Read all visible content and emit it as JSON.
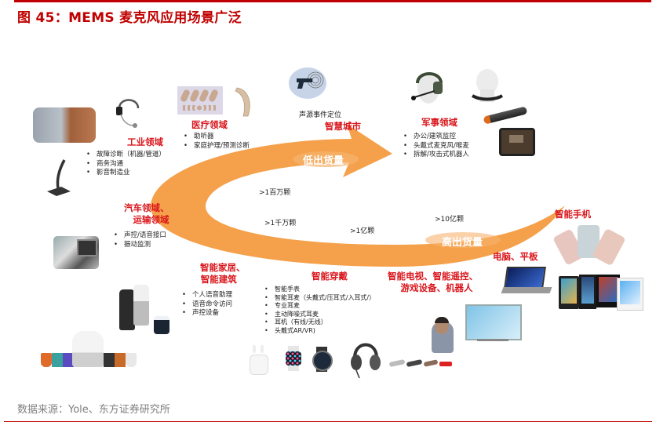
{
  "figure": {
    "title": "图 45：MEMS 麦克风应用场景广泛",
    "source": "数据来源：Yole、东方证券研究所",
    "accent_color": "#c00000",
    "arrow_color": "#f5a04a"
  },
  "arrow": {
    "low_label": "低出货量",
    "high_label": "高出货量"
  },
  "volumes": [
    {
      "label": ">1百万颗"
    },
    {
      "label": ">1千万颗"
    },
    {
      "label": ">1亿颗"
    },
    {
      "label": ">10亿颗"
    }
  ],
  "sections": {
    "industrial": {
      "title": "工业领域",
      "items": [
        "故障诊断（机器/管道）",
        "商务沟通",
        "影音制造业"
      ],
      "images": [
        "pipe-inspection-photo",
        "headset-photo",
        "gooseneck-microphone-photo"
      ]
    },
    "medical": {
      "title": "医疗领域",
      "items": [
        "助听器",
        "家庭护理/预测诊断"
      ],
      "images": [
        "hearing-aid-parts-photo",
        "hearing-aid-photo"
      ]
    },
    "smart_city": {
      "title": "智慧城市",
      "caption": "声源事件定位",
      "images": [
        "gunshot-detection-icon"
      ]
    },
    "military": {
      "title": "军事领域",
      "items": [
        "办公/建筑监控",
        "头戴式麦克风/喉麦",
        "拆解/攻击式机器人"
      ],
      "images": [
        "military-headset-photo",
        "throat-mic-photo",
        "sensor-tube-photo",
        "robot-photo"
      ]
    },
    "automotive": {
      "title_line1": "汽车领域、",
      "title_line2": "运输领域",
      "items": [
        "声控/语音接口",
        "振动监测"
      ],
      "images": [
        "car-interior-photo"
      ]
    },
    "smart_home": {
      "title_line1": "智能家居、",
      "title_line2": "智能建筑",
      "items": [
        "个人语音助理",
        "语音命令访问",
        "声控设备"
      ],
      "images": [
        "smart-speakers-photo",
        "google-home-photo"
      ]
    },
    "wearables": {
      "title": "智能穿戴",
      "items": [
        "智能手表",
        "智能耳麦（头戴式/压耳式/入耳式/）",
        "专业耳麦",
        "主动降噪式耳麦",
        "耳机（有线/无线）",
        "头戴式AR/VR)"
      ],
      "images": [
        "airpods-photo",
        "apple-watch-photo",
        "smartwatch-photo",
        "headphones-photo",
        "earphones-photo"
      ]
    },
    "consumer": {
      "title_line1": "智能电视、智能遥控、",
      "title_line2": "游戏设备、机器人",
      "images": [
        "tv-voice-remote-photo"
      ]
    },
    "pc_tablet": {
      "title": "电脑、平板",
      "images": [
        "laptop-photo",
        "tablets-photo"
      ]
    },
    "smartphone": {
      "title": "智能手机",
      "images": [
        "smartphones-photo"
      ]
    }
  }
}
